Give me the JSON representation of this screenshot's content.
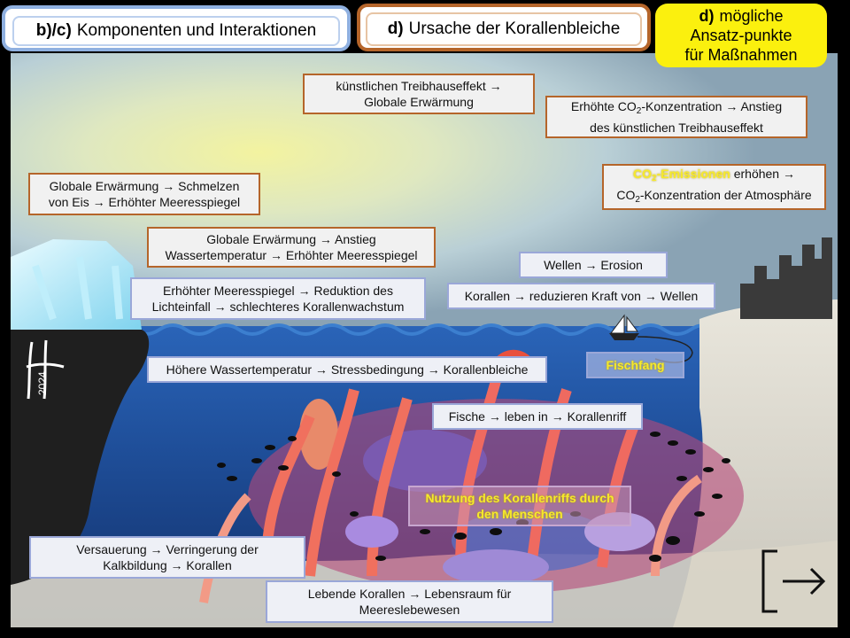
{
  "tabs": {
    "bc": {
      "prefix": "b)/c)",
      "label": "Komponenten und Interaktionen"
    },
    "d": {
      "prefix": "d)",
      "label": "Ursache der Korallenbleiche"
    },
    "massnahmen": {
      "prefix": "d)",
      "line1": "mögliche",
      "line2": "Ansatz-punkte",
      "line3": "für Maßnahmen"
    }
  },
  "arrow_glyph": "→",
  "boxes": {
    "treibhaus": {
      "a": "künstlichen Treibhauseffekt",
      "b": "Globale Erwärmung"
    },
    "co2_anstieg": {
      "a": "Erhöhte CO",
      "sub": "2",
      "b": "-Konzentration",
      "c": "Anstieg",
      "d": "des künstlichen Treibhauseffekt"
    },
    "emissionen": {
      "a": "CO",
      "sub": "2",
      "b": "-Emissionen",
      "c": "erhöhen",
      "d": "CO",
      "sub2": "2",
      "e": "-Konzentration der Atmosphäre"
    },
    "eis": {
      "a": "Globale Erwärmung",
      "b": "Schmelzen",
      "c": "von Eis",
      "d": "Erhöhter Meeresspiegel"
    },
    "wassertemp": {
      "a": "Globale Erwärmung",
      "b": "Anstieg",
      "c": "Wassertemperatur",
      "d": "Erhöhter Meeresspiegel"
    },
    "licht": {
      "a": "Erhöhter Meeresspiegel",
      "b": "Reduktion des",
      "c": "Lichteinfall",
      "d": "schlechteres Korallenwachstum"
    },
    "wellen": {
      "a": "Wellen",
      "b": "Erosion"
    },
    "korallen_wellen": {
      "a": "Korallen",
      "b": "reduzieren Kraft von",
      "c": "Wellen"
    },
    "fischfang": {
      "a": "Fischfang"
    },
    "stress": {
      "a": "Höhere Wassertemperatur",
      "b": "Stressbedingung",
      "c": "Korallenbleiche"
    },
    "fische": {
      "a": "Fische",
      "b": "leben in",
      "c": "Korallenriff"
    },
    "nutzung": {
      "a": "Nutzung des Korallenriffs durch",
      "b": "den Menschen"
    },
    "versauerung": {
      "a": "Versauerung",
      "b": "Verringerung der",
      "c": "Kalkbildung",
      "d": "Korallen"
    },
    "lebensraum": {
      "a": "Lebende Korallen",
      "b": "Lebensraum für",
      "c": "Meereslebewesen"
    }
  },
  "signature": {
    "year": "2024"
  },
  "colors": {
    "orange_border": "#b5652a",
    "blue_border": "#9aa7d8",
    "yellow_tab": "#fbf00e",
    "highlight_yellow": "#f6ea2b"
  }
}
